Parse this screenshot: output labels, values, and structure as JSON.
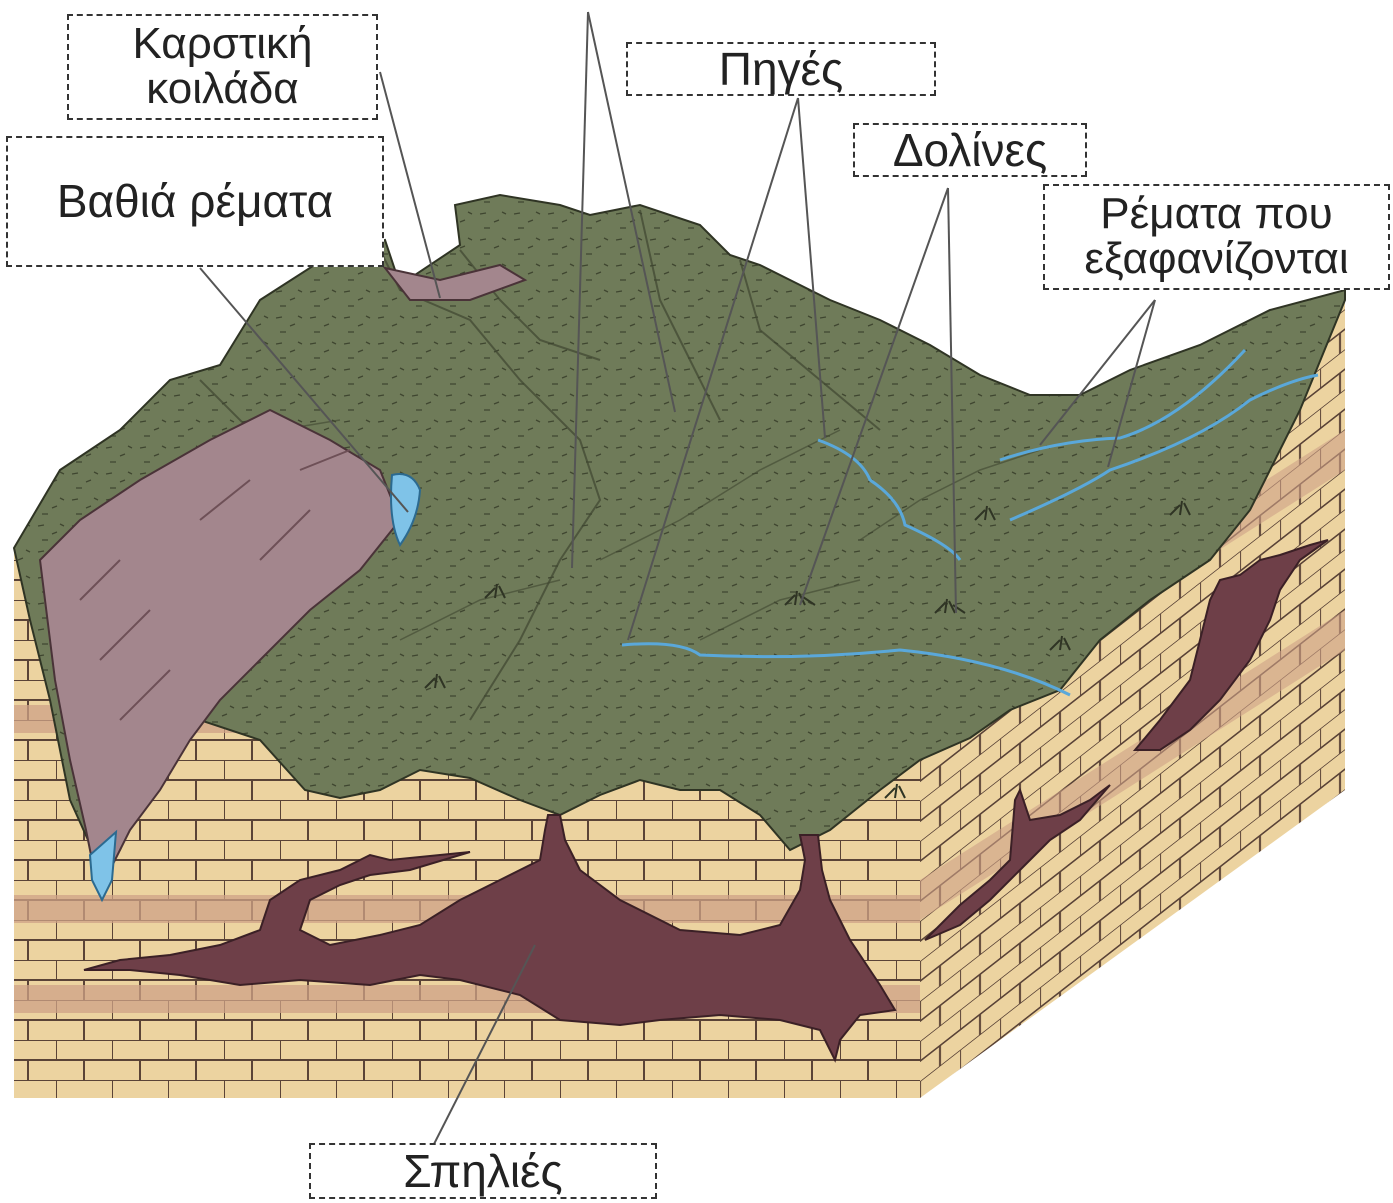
{
  "labels": {
    "karstic_valley": [
      "Καρστική",
      "κοιλάδα"
    ],
    "deep_streams": "Βαθιά ρέματα",
    "springs": "Πηγές",
    "dolines": "Δολίνες",
    "disappearing_streams": [
      "Ρέματα που",
      "εξαφανίζονται"
    ],
    "caves": "Σπηλιές"
  },
  "colors": {
    "terrain": "#6f7b59",
    "terrain_dark": "#56603f",
    "cliff": "#a3868d",
    "cave": "#6e3f48",
    "limestone": "#ecd3a0",
    "limestone_band": "#cfa287",
    "mortar": "#5a4337",
    "water": "#7fc3e8",
    "stream": "#5aa8da",
    "leader_line": "#555555"
  }
}
